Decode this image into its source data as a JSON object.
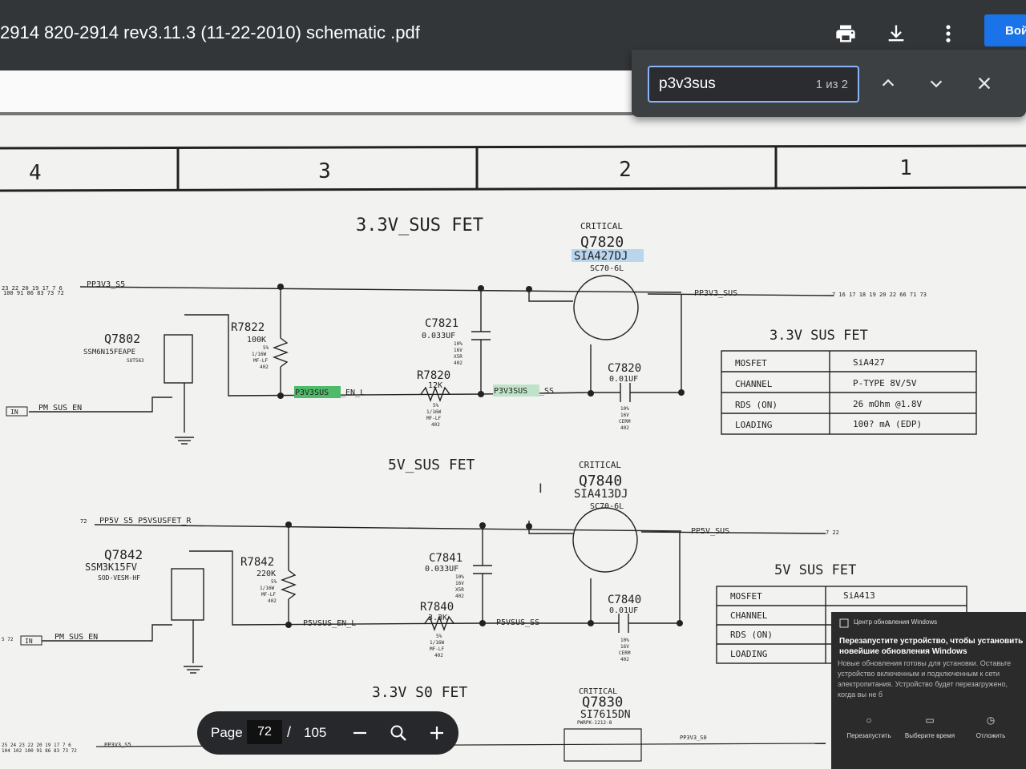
{
  "window": {
    "title": "2914 820-2914 rev3.11.3 (11-22-2010) schematic .pdf",
    "sign_in": "Вой"
  },
  "find": {
    "query": "p3v3sus",
    "count": "1 из 2"
  },
  "zones": [
    "4",
    "3",
    "2",
    "1"
  ],
  "sus33": {
    "title": "3.3V_SUS FET",
    "critical": "CRITICAL",
    "q_ref": "Q7820",
    "q_part": "SIA427DJ",
    "q_pkg": "SC70-6L",
    "net_in": "PP3V3_S5",
    "net_in_pins": "23 22 20 19 17 7 6",
    "net_in_pins2": "100 91 86 83 73 72",
    "net_out": "PP3V3_SUS",
    "net_out_pins": "7 16 17 18 19 20 22 66 71 73",
    "q2_ref": "Q7802",
    "q2_part": "SSM6N15FEAPE",
    "q2_pkg": "SOT563",
    "r1_ref": "R7822",
    "r1_val": "100K",
    "r1_d": [
      "5%",
      "1/16W",
      "MF-LF",
      "402"
    ],
    "c1_ref": "C7821",
    "c1_val": "0.033UF",
    "c1_d": [
      "10%",
      "16V",
      "X5R",
      "402"
    ],
    "r2_ref": "R7820",
    "r2_val": "12K",
    "r2_d": [
      "5%",
      "1/16W",
      "MF-LF",
      "402"
    ],
    "c2_ref": "C7820",
    "c2_val": "0.01UF",
    "c2_d": [
      "10%",
      "16V",
      "CERM",
      "402"
    ],
    "en_net_hl": "P3V3SUS",
    "en_net_rest": "_EN_L",
    "ss_net_hl": "P3V3SUS",
    "ss_net_rest": "_SS",
    "in_flag": "IN",
    "pm_net": "PM_SUS_EN",
    "table_title": "3.3V SUS FET",
    "table": [
      [
        "MOSFET",
        "SiA427"
      ],
      [
        "CHANNEL",
        "P-TYPE 8V/5V"
      ],
      [
        "RDS (ON)",
        "26 mOhm @1.8V"
      ],
      [
        "LOADING",
        "100? mA (EDP)"
      ]
    ]
  },
  "sus5": {
    "title": "5V_SUS FET",
    "critical": "CRITICAL",
    "q_ref": "Q7840",
    "q_part": "SIA413DJ",
    "q_pkg": "SC70-6L",
    "net_in": "PP5V_S5_P5VSUSFET_R",
    "net_in_pin": "72",
    "net_out": "PP5V_SUS",
    "net_out_pins": "7 22",
    "q2_ref": "Q7842",
    "q2_part": "SSM3K15FV",
    "q2_pkg": "SOD-VESM-HF",
    "r1_ref": "R7842",
    "r1_val": "220K",
    "r1_d": [
      "5%",
      "1/16W",
      "MF-LF",
      "402"
    ],
    "c1_ref": "C7841",
    "c1_val": "0.033UF",
    "c1_d": [
      "10%",
      "16V",
      "X5R",
      "402"
    ],
    "r2_ref": "R7840",
    "r2_val": "3.3K",
    "r2_d": [
      "5%",
      "1/16W",
      "MF-LF",
      "402"
    ],
    "c2_ref": "C7840",
    "c2_val": "0.01UF",
    "c2_d": [
      "10%",
      "16V",
      "CERM",
      "402"
    ],
    "en_net": "P5VSUS_EN_L",
    "ss_net": "P5VSUS_SS",
    "in_flag": "IN",
    "pm_net": "PM_SUS_EN",
    "pm_pins": "5 72",
    "table_title": "5V SUS FET",
    "table": [
      [
        "MOSFET",
        "SiA413"
      ],
      [
        "CHANNEL",
        ""
      ],
      [
        "RDS (ON)",
        ""
      ],
      [
        "LOADING",
        ""
      ]
    ]
  },
  "s0": {
    "title": "3.3V S0 FET",
    "critical": "CRITICAL",
    "q_ref": "Q7830",
    "q_part": "SI7615DN",
    "q_pkg": "PWRPK-1212-8",
    "net": "PP3V3_S0",
    "net_in": "PP3V3_S5",
    "net_in_pins": "25 24 23 22 20 19 17 7 6",
    "net_in_pins2": "104 102 100 91 86 83 73 72"
  },
  "toast": {
    "header": "Центр обновления Windows",
    "title": "Перезапустите устройство, чтобы установить новейшие обновления Windows",
    "body": "Новые обновления готовы для установки. Оставьте устройство включенным и подключенным к сети электропитания. Устройство будет перезагружено, когда вы не б",
    "buttons": [
      "Перезапустить",
      "Выберите время",
      "Отложить"
    ]
  },
  "pager": {
    "label": "Page",
    "current": "72",
    "sep": "/",
    "total": "105"
  }
}
